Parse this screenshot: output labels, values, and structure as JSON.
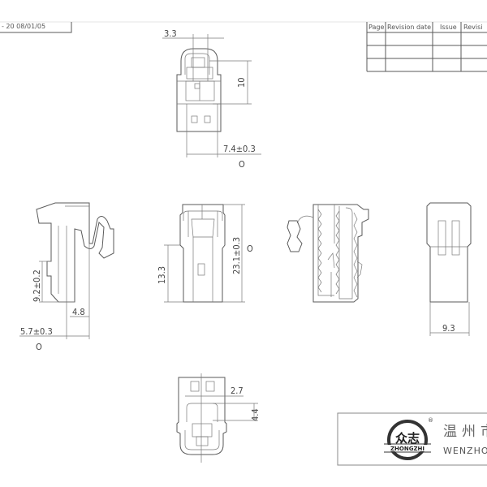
{
  "title_block": {
    "partial_text": "- 20 08/01/05"
  },
  "revision_table": {
    "headers": [
      "Page",
      "Revision date",
      "Issue",
      "Revisi"
    ],
    "rows": [
      [
        "",
        "",
        "",
        ""
      ],
      [
        "",
        "",
        "",
        ""
      ],
      [
        "",
        "",
        "",
        ""
      ]
    ]
  },
  "views": {
    "top": {
      "dims": [
        "3.3",
        "10",
        "7.4±0.3"
      ],
      "mark": "O"
    },
    "side": {
      "dims": [
        "9.2±0.2",
        "4.8",
        "5.7±0.3"
      ],
      "mark": "O"
    },
    "front": {
      "dims": [
        "13.3",
        "23.1±0.3"
      ],
      "mark": "O"
    },
    "right": {
      "dims": [
        "9.3"
      ]
    },
    "bottom": {
      "dims": [
        "2.7",
        "4.4"
      ]
    }
  },
  "company": {
    "logo_chars": "众志",
    "logo_text": "ZHONGZHI",
    "registered": "®",
    "name_cn": "温州市",
    "name_en": "WENZHOU"
  },
  "colors": {
    "line": "#5a5a5a",
    "background": "#ffffff"
  }
}
